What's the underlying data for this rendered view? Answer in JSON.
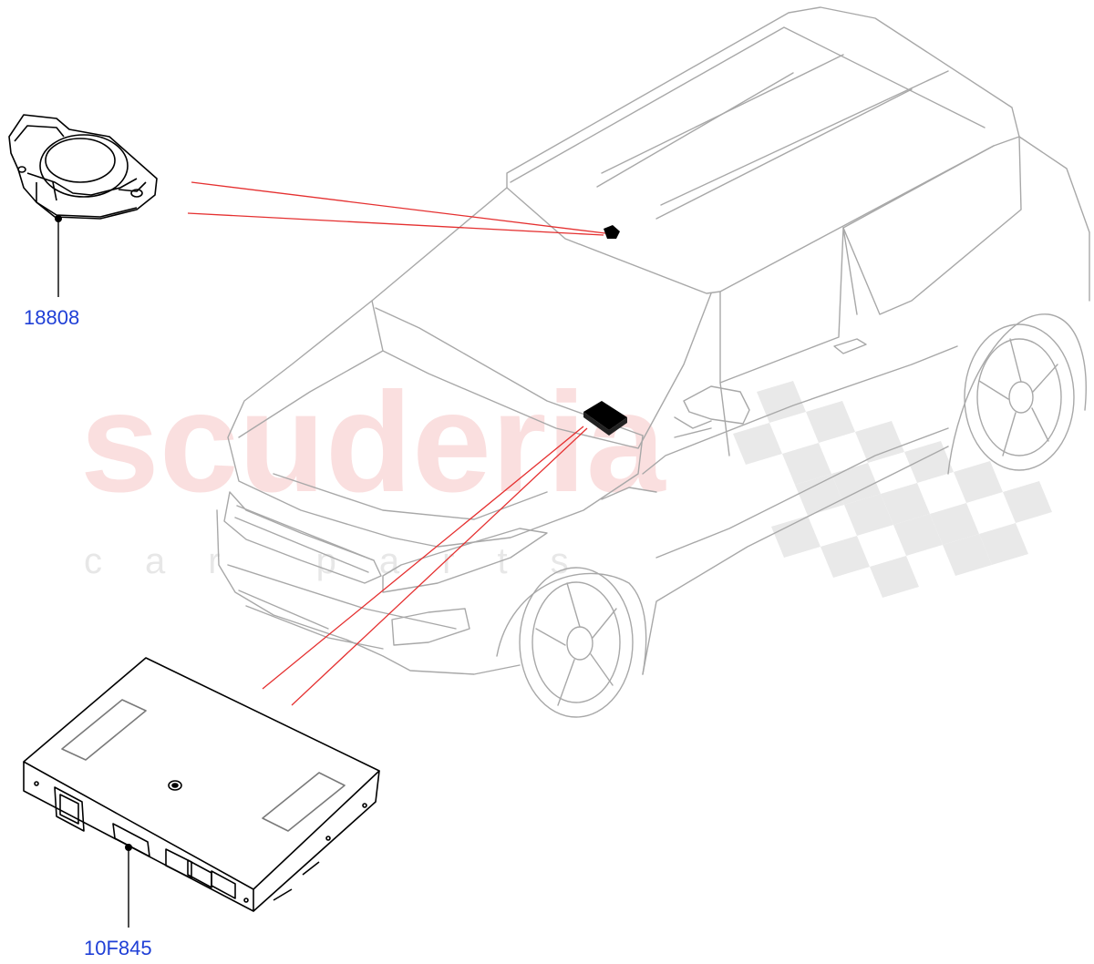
{
  "watermark": {
    "main": "scuderia",
    "sub": "car parts"
  },
  "parts": [
    {
      "id": "18808",
      "label": "18808"
    },
    {
      "id": "10F845",
      "label": "10F845"
    }
  ],
  "colors": {
    "leader_line": "#e53030",
    "label": "#1f3fd6",
    "outline": "#a8a8a8",
    "part": "#000000"
  }
}
